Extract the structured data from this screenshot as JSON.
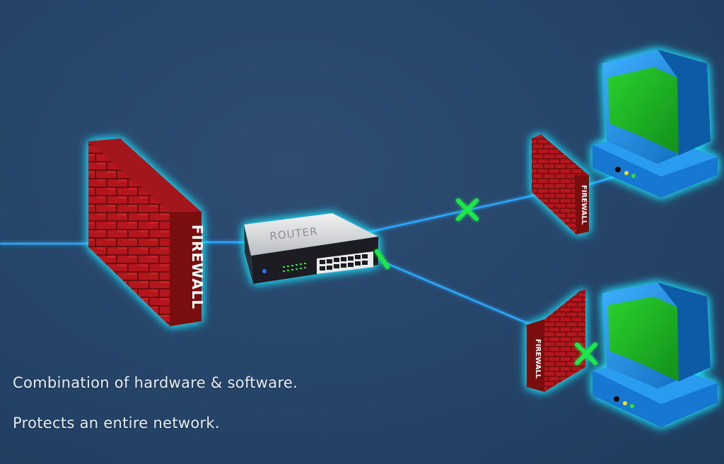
{
  "diagram": {
    "firewall_main_label": "FIREWALL",
    "firewall_top_label": "FIREWALL",
    "firewall_bottom_label": "FIREWALL",
    "router_label": "ROUTER"
  },
  "captions": {
    "line1": "Combination of hardware & software.",
    "line2": "Protects an entire network."
  },
  "colors": {
    "background": "#27466b",
    "link": "#29a8ff",
    "brick": "#b0191f",
    "blocked_marker": "#1ee64a",
    "computer_body": "#1b8fe0",
    "computer_screen": "#1fbf2a",
    "glow": "#22e6ff"
  },
  "icons": {
    "firewall": "brick-wall-icon",
    "router": "router-icon",
    "computer": "desktop-computer-icon",
    "blocked": "x-mark-icon"
  }
}
